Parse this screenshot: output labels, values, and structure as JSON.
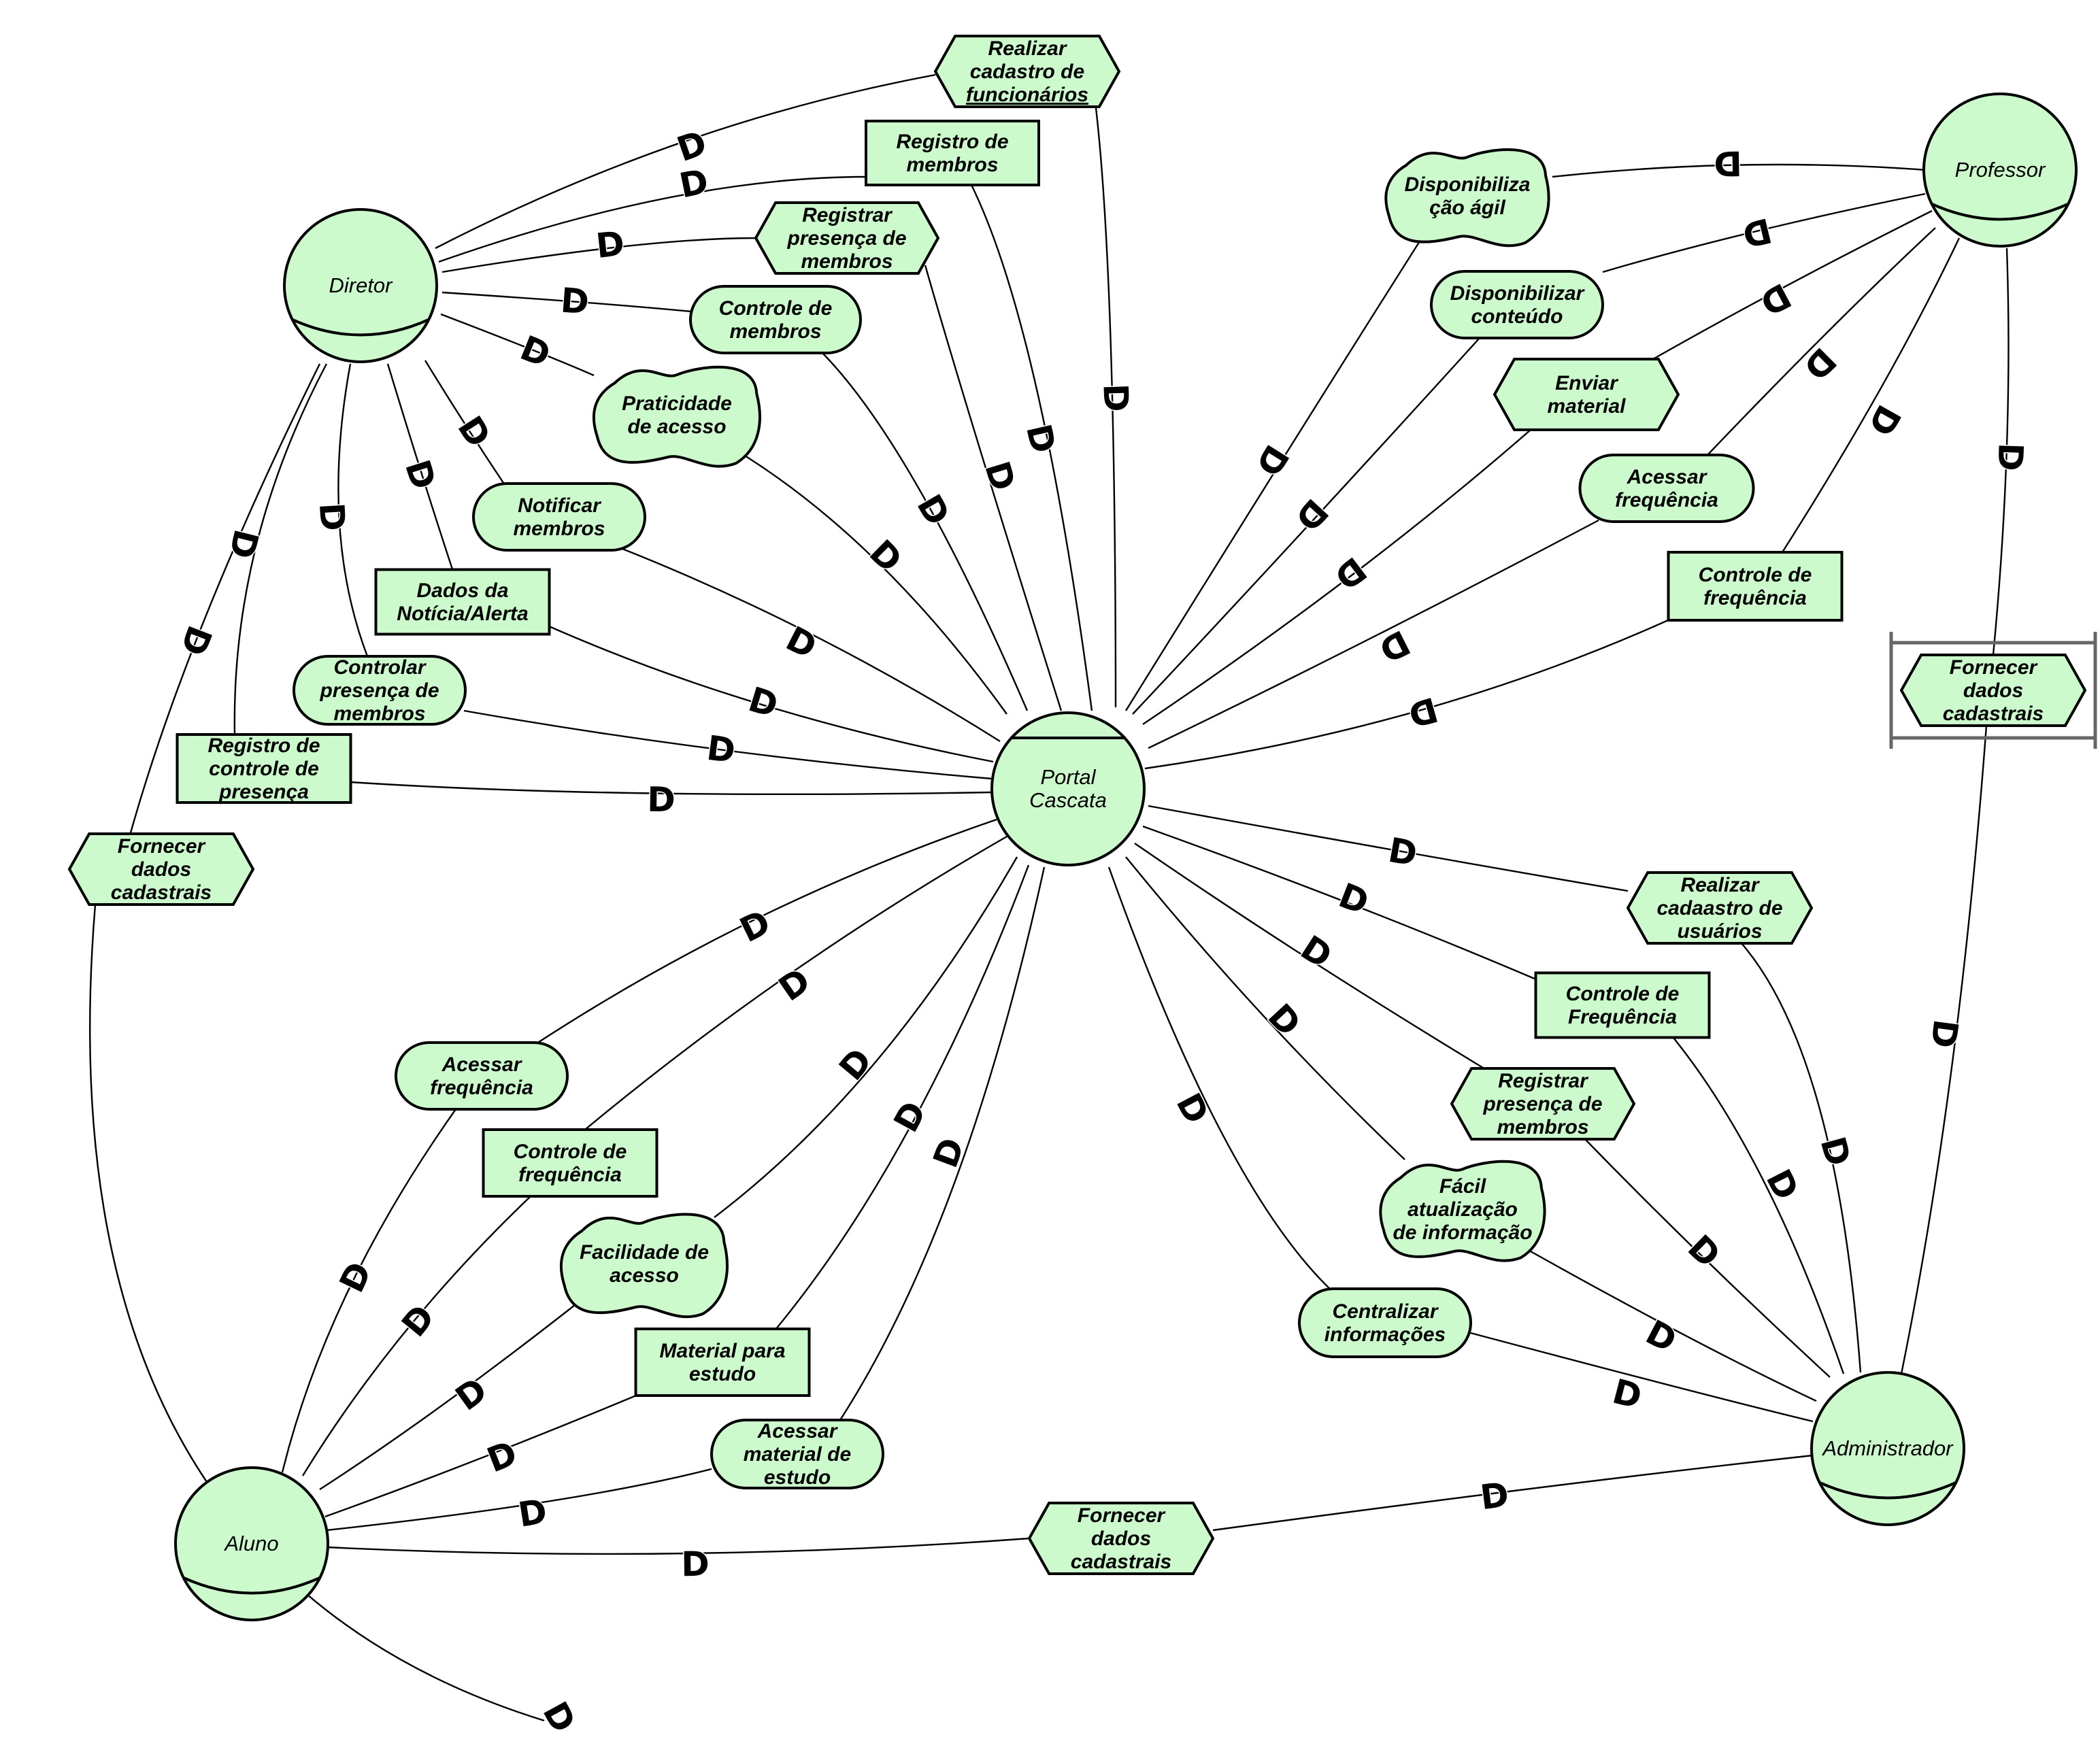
{
  "dependency_symbol": "D",
  "actors": [
    {
      "id": "diretor",
      "label": "Diretor"
    },
    {
      "id": "professor",
      "label": "Professor"
    },
    {
      "id": "portal",
      "label": "Portal Cascata"
    },
    {
      "id": "aluno",
      "label": "Aluno"
    },
    {
      "id": "administrador",
      "label": "Administrador"
    }
  ],
  "dependums": [
    {
      "id": "d1",
      "kind": "task",
      "label": "Realizar cadastro de funcionários"
    },
    {
      "id": "d2",
      "kind": "resource",
      "label": "Registro de membros"
    },
    {
      "id": "d3",
      "kind": "task",
      "label": "Registrar presença de membros"
    },
    {
      "id": "d4",
      "kind": "goal",
      "label": "Controle de membros"
    },
    {
      "id": "d5",
      "kind": "softgoal",
      "label": "Praticidade de acesso"
    },
    {
      "id": "d6",
      "kind": "goal",
      "label": "Notificar membros"
    },
    {
      "id": "d7",
      "kind": "resource",
      "label": "Dados da Notícia/Alerta"
    },
    {
      "id": "d8",
      "kind": "goal",
      "label": "Controlar presença de membros"
    },
    {
      "id": "d9",
      "kind": "resource",
      "label": "Registro de controle de presença"
    },
    {
      "id": "d10",
      "kind": "task",
      "label": "Fornecer dados cadastrais"
    },
    {
      "id": "p1",
      "kind": "softgoal",
      "label": "Disponibilização ágil"
    },
    {
      "id": "p2",
      "kind": "goal",
      "label": "Disponibilizar conteúdo"
    },
    {
      "id": "p3",
      "kind": "task",
      "label": "Enviar material"
    },
    {
      "id": "p4",
      "kind": "goal",
      "label": "Acessar frequência"
    },
    {
      "id": "p5",
      "kind": "resource",
      "label": "Controle de frequência"
    },
    {
      "id": "p6",
      "kind": "task",
      "label": "Fornecer dados cadastrais"
    },
    {
      "id": "a1",
      "kind": "goal",
      "label": "Acessar frequência"
    },
    {
      "id": "a2",
      "kind": "resource",
      "label": "Controle de frequência"
    },
    {
      "id": "a3",
      "kind": "softgoal",
      "label": "Facilidade de acesso"
    },
    {
      "id": "a4",
      "kind": "resource",
      "label": "Material para estudo"
    },
    {
      "id": "a5",
      "kind": "goal",
      "label": "Acessar material de estudo"
    },
    {
      "id": "a6",
      "kind": "task",
      "label": "Fornecer dados cadastrais"
    },
    {
      "id": "m1",
      "kind": "task",
      "label": "Realizar cadaastro de usuários"
    },
    {
      "id": "m2",
      "kind": "resource",
      "label": "Controle de Frequência"
    },
    {
      "id": "m3",
      "kind": "task",
      "label": "Registrar presença de membros"
    },
    {
      "id": "m4",
      "kind": "softgoal",
      "label": "Fácil atualização de informação"
    },
    {
      "id": "m5",
      "kind": "goal",
      "label": "Centralizar informações"
    }
  ],
  "links": [
    {
      "from": "diretor",
      "to": "d1"
    },
    {
      "from": "d1",
      "to": "portal"
    },
    {
      "from": "diretor",
      "to": "d2"
    },
    {
      "from": "d2",
      "to": "portal"
    },
    {
      "from": "diretor",
      "to": "d3"
    },
    {
      "from": "d3",
      "to": "portal"
    },
    {
      "from": "diretor",
      "to": "d4"
    },
    {
      "from": "d4",
      "to": "portal"
    },
    {
      "from": "diretor",
      "to": "d5"
    },
    {
      "from": "d5",
      "to": "portal"
    },
    {
      "from": "diretor",
      "to": "d6"
    },
    {
      "from": "d6",
      "to": "portal"
    },
    {
      "from": "diretor",
      "to": "d7"
    },
    {
      "from": "d7",
      "to": "portal"
    },
    {
      "from": "diretor",
      "to": "d8"
    },
    {
      "from": "d8",
      "to": "portal"
    },
    {
      "from": "diretor",
      "to": "d9"
    },
    {
      "from": "d9",
      "to": "portal"
    },
    {
      "from": "diretor",
      "to": "d10"
    },
    {
      "from": "d10",
      "to": "administrador"
    },
    {
      "from": "professor",
      "to": "p1"
    },
    {
      "from": "p1",
      "to": "portal"
    },
    {
      "from": "professor",
      "to": "p2"
    },
    {
      "from": "p2",
      "to": "portal"
    },
    {
      "from": "professor",
      "to": "p3"
    },
    {
      "from": "p3",
      "to": "portal"
    },
    {
      "from": "professor",
      "to": "p4"
    },
    {
      "from": "p4",
      "to": "portal"
    },
    {
      "from": "professor",
      "to": "p5"
    },
    {
      "from": "p5",
      "to": "portal"
    },
    {
      "from": "professor",
      "to": "p6"
    },
    {
      "from": "p6",
      "to": "administrador"
    },
    {
      "from": "aluno",
      "to": "a1"
    },
    {
      "from": "a1",
      "to": "portal"
    },
    {
      "from": "aluno",
      "to": "a2"
    },
    {
      "from": "a2",
      "to": "portal"
    },
    {
      "from": "aluno",
      "to": "a3"
    },
    {
      "from": "a3",
      "to": "portal"
    },
    {
      "from": "aluno",
      "to": "a4"
    },
    {
      "from": "a4",
      "to": "portal"
    },
    {
      "from": "aluno",
      "to": "a5"
    },
    {
      "from": "a5",
      "to": "portal"
    },
    {
      "from": "aluno",
      "to": "a6"
    },
    {
      "from": "a6",
      "to": "administrador"
    },
    {
      "from": "portal",
      "to": "m1"
    },
    {
      "from": "m1",
      "to": "administrador"
    },
    {
      "from": "portal",
      "to": "m2"
    },
    {
      "from": "m2",
      "to": "administrador"
    },
    {
      "from": "portal",
      "to": "m3"
    },
    {
      "from": "m3",
      "to": "administrador"
    },
    {
      "from": "portal",
      "to": "m4"
    },
    {
      "from": "m4",
      "to": "administrador"
    },
    {
      "from": "portal",
      "to": "m5"
    },
    {
      "from": "m5",
      "to": "administrador"
    }
  ]
}
